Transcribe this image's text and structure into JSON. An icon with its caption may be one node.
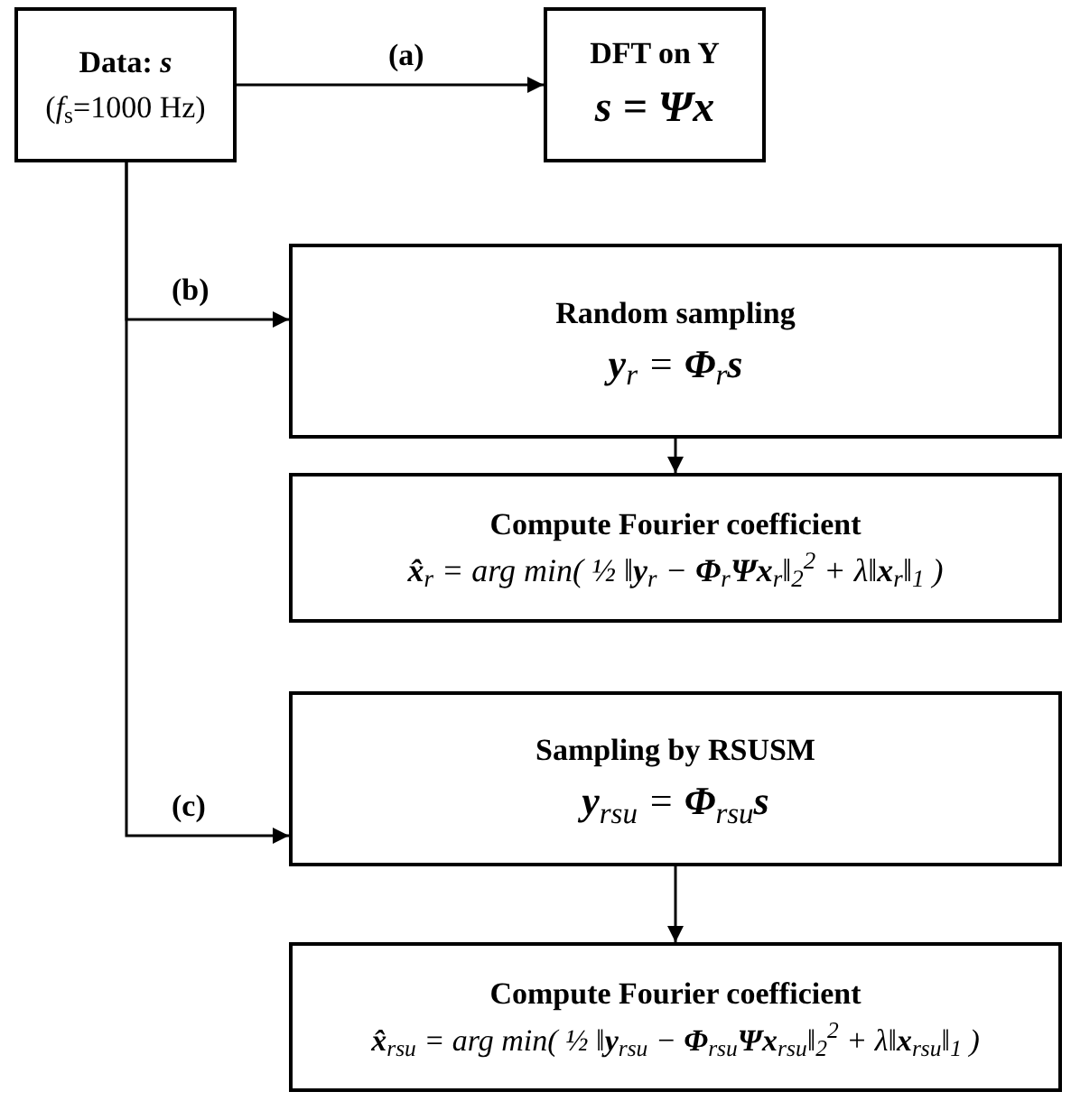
{
  "diagram": {
    "nodes": [
      {
        "text": [
          "Data: *s*",
          "(*f*$_{s}$=1000 Hz)"
        ]
      },
      {
        "text": [
          "DFT on Y",
          "s = Ψx"
        ]
      },
      {
        "text": [
          "Random sampling",
          "**y**$_{r}$ = **Φ**$_{r}$**s**"
        ]
      },
      {
        "text": [
          "Compute Fourier coefficient",
          "**x̂**$_{r}$ = arg min( ½ ‖**y**$_{r}$ − **Φ**$_{r}$**Ψx**$_{r}$‖$_{2}$$^{2}$ + λ‖**x**$_{r}$‖$_{1}$ )"
        ]
      },
      {
        "text": [
          "Sampling by RSUSM",
          "**y**$_{rsu}$ = **Φ**$_{rsu}$**s**"
        ]
      },
      {
        "text": [
          "Compute Fourier coefficient",
          "**x̂**$_{rsu}$ = arg min( ½ ‖**y**$_{rsu}$ − **Φ**$_{rsu}$**Ψx**$_{rsu}$‖$_{2}$$^{2}$ + λ‖**x**$_{rsu}$‖$_{1}$ )"
        ]
      }
    ],
    "edges": [
      {
        "from": 0,
        "to": 1,
        "arrow": "to",
        "label": "(a)"
      },
      {
        "from": 0,
        "to": 2,
        "arrow": "to",
        "label": "(b)"
      },
      {
        "from": 0,
        "to": 4,
        "arrow": "to",
        "label": "(c)"
      },
      {
        "from": 2,
        "to": 3,
        "arrow": "to"
      },
      {
        "from": 4,
        "to": 5,
        "arrow": "to"
      }
    ]
  }
}
